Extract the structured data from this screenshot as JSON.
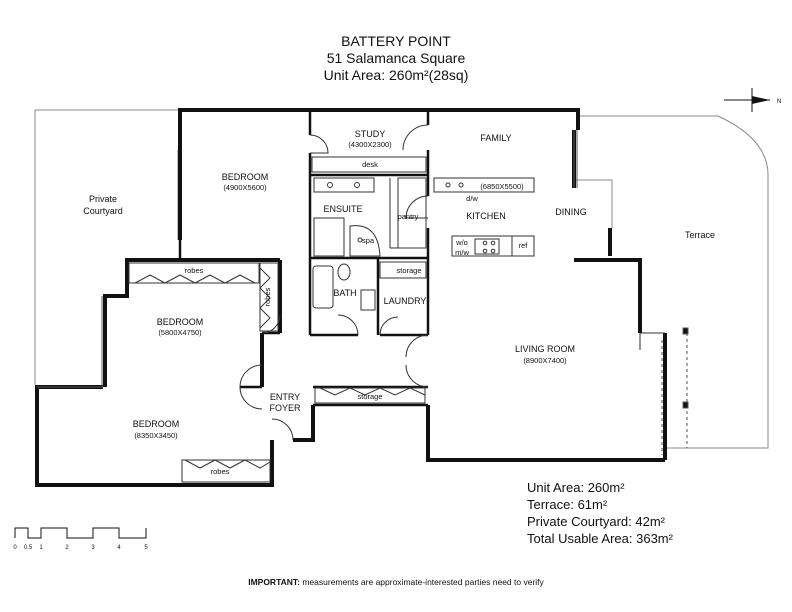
{
  "header": {
    "suburb": "BATTERY POINT",
    "address": "51 Salamanca Square",
    "unit_area": "Unit Area: 260m²(28sq)"
  },
  "rooms": {
    "private_courtyard_1": "Private",
    "private_courtyard_2": "Courtyard",
    "bedroom1": "BEDROOM",
    "bedroom1_dim": "(4900X5600)",
    "study": "STUDY",
    "study_dim": "(4300X2300)",
    "desk": "desk",
    "family": "FAMILY",
    "kitchen_dim": "(6850X5500)",
    "dw": "d/w",
    "kitchen": "KITCHEN",
    "pantry": "pantry",
    "ensuite": "ENSUITE",
    "spa": "spa",
    "wo": "w/o",
    "mw": "m/w",
    "ref": "ref",
    "dining": "DINING",
    "terrace": "Terrace",
    "robes_top": "robes",
    "robes_side": "robes",
    "storage_top": "storage",
    "bath": "BATH",
    "laundry": "LAUNDRY",
    "bedroom2": "BEDROOM",
    "bedroom2_dim": "(5800X4750)",
    "living": "LIVING ROOM",
    "living_dim": "(8900X7400)",
    "entry": "ENTRY",
    "foyer": "FOYER",
    "storage_bottom": "storage",
    "bedroom3": "BEDROOM",
    "bedroom3_dim": "(8350X3450)",
    "robes_bottom": "robes"
  },
  "compass": {
    "north_label": "N"
  },
  "stats": {
    "unit_area": "Unit Area: 260m²",
    "terrace": "Terrace: 61m²",
    "courtyard": "Private Courtyard: 42m²",
    "total": "Total Usable Area: 363m²"
  },
  "scale": {
    "ticks": [
      "0",
      "0.5",
      "1",
      "2",
      "3",
      "4",
      "5"
    ]
  },
  "disclaimer": {
    "prefix": "IMPORTANT:",
    "text": " measurements are approximate-interested parties need to verify"
  },
  "colors": {
    "wall": "#111111",
    "line": "#333333",
    "light": "#888888"
  }
}
